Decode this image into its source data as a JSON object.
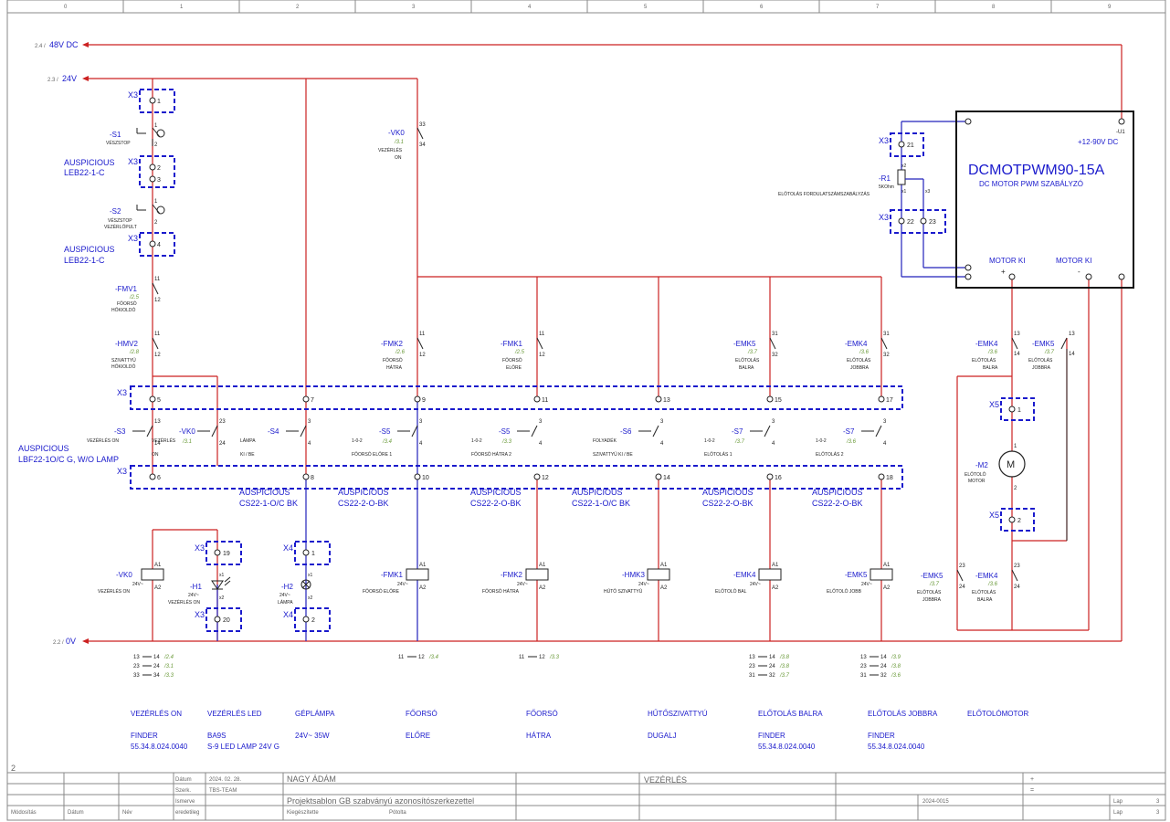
{
  "frame": {
    "columns": [
      "0",
      "1",
      "2",
      "3",
      "4",
      "5",
      "6",
      "7",
      "8",
      "9"
    ],
    "row_label": "2"
  },
  "rails": {
    "dc48": {
      "ref": "2.4 /",
      "label": "48V DC"
    },
    "v24": {
      "ref": "2.3 /",
      "label": "24V"
    },
    "v0": {
      "ref": "2.2 /",
      "label": "0V"
    }
  },
  "left_chain": {
    "x3_top": "X3",
    "t1": "1",
    "s1": {
      "id": "-S1",
      "desc": "VÉSZSTOP",
      "n1": "1",
      "n2": "2"
    },
    "aus1": {
      "l1": "AUSPICIOUS",
      "l2": "LEB22-1-C"
    },
    "x3_b": "X3",
    "t2": "2",
    "t3": "3",
    "s2": {
      "id": "-S2",
      "desc1": "VÉSZSTOP",
      "desc2": "VEZÉRLŐPULT",
      "n1": "1",
      "n2": "2"
    },
    "x3_c": "X3",
    "t4": "4",
    "aus2": {
      "l1": "AUSPICIOUS",
      "l2": "LEB22-1-C"
    },
    "fmv1": {
      "id": "-FMV1",
      "ref": "/2.5",
      "d1": "FŐORSÓ",
      "d2": "HŐKIOLDÓ",
      "n1": "11",
      "n2": "12"
    },
    "hmv2": {
      "id": "-HMV2",
      "ref": "/2.8",
      "d1": "SZIVATTYÚ",
      "d2": "HŐKIOLDÓ",
      "n1": "11",
      "n2": "12"
    }
  },
  "vk0_top": {
    "id": "-VK0",
    "ref": "/3.1",
    "d1": "VEZÉRLÉS",
    "d2": "ON",
    "n1": "33",
    "n2": "34"
  },
  "top_contacts": [
    {
      "id": "-FMK2",
      "ref": "/2.6",
      "d1": "FŐORSÓ",
      "d2": "HÁTRA",
      "n1": "11",
      "n2": "12"
    },
    {
      "id": "-FMK1",
      "ref": "/2.5",
      "d1": "FŐORSÓ",
      "d2": "ELŐRE",
      "n1": "11",
      "n2": "12"
    },
    {
      "id": "-EMK5",
      "ref": "/3.7",
      "d1": "ELŐTOLÁS",
      "d2": "BALRA",
      "n1": "31",
      "n2": "32"
    },
    {
      "id": "-EMK4",
      "ref": "/3.6",
      "d1": "ELŐTOLÁS",
      "d2": "JOBBRA",
      "n1": "31",
      "n2": "32"
    }
  ],
  "x3_row1": {
    "label": "X3",
    "terms": [
      "5",
      "7",
      "9",
      "11",
      "13",
      "15",
      "17"
    ]
  },
  "x3_row2": {
    "label": "X3",
    "terms": [
      "6",
      "8",
      "10",
      "12",
      "14",
      "16",
      "18"
    ]
  },
  "buttons": [
    {
      "id": "-S3",
      "d1": "VEZÉRLÉS ON",
      "d2": "",
      "n1": "13",
      "n2": "14"
    },
    {
      "id": "-VK0",
      "d1": "VEZÉRLÉS",
      "d2": "ON",
      "ref": "/3.1",
      "n1": "23",
      "n2": "24"
    },
    {
      "id": "-S4",
      "d1": "LÁMPA",
      "d2": "KI / BE",
      "n1": "3",
      "n2": "4"
    },
    {
      "id": "-S5",
      "d1": "1-0-2",
      "d2": "FŐORSÓ ELŐRE 1",
      "ref": "/3.4",
      "n1": "3",
      "n2": "4"
    },
    {
      "id": "-S5",
      "d1": "1-0-2",
      "d2": "FŐORSÓ HÁTRA 2",
      "ref": "/3.3",
      "n1": "3",
      "n2": "4"
    },
    {
      "id": "-S6",
      "d1": "FOLYADÉK",
      "d2": "SZIVATTYÚ KI / BE",
      "n1": "3",
      "n2": "4"
    },
    {
      "id": "-S7",
      "d1": "1-0-2",
      "d2": "ELŐTOLÁS 1",
      "ref": "/3.7",
      "n1": "3",
      "n2": "4"
    },
    {
      "id": "-S7",
      "d1": "1-0-2",
      "d2": "ELŐTOLÁS 2",
      "ref": "/3.6",
      "n1": "3",
      "n2": "4"
    }
  ],
  "aus_lbf": {
    "l1": "AUSPICIOUS",
    "l2": "LBF22-1O/C G, W/O LAMP"
  },
  "cs_labels": [
    {
      "l1": "AUSPICIOUS",
      "l2": "CS22-1-O/C BK"
    },
    {
      "l1": "AUSPICIOUS",
      "l2": "CS22-2-O-BK"
    },
    {
      "l1": "AUSPICIOUS",
      "l2": "CS22-2-O-BK"
    },
    {
      "l1": "AUSPICIOUS",
      "l2": "CS22-1-O/C BK"
    },
    {
      "l1": "AUSPICIOUS",
      "l2": "CS22-2-O-BK"
    },
    {
      "l1": "AUSPICIOUS",
      "l2": "CS22-2-O-BK"
    }
  ],
  "coils": [
    {
      "id": "-VK0",
      "d1": "24V~",
      "d2": "VEZÉRLÉS ON",
      "a1": "A1",
      "a2": "A2"
    },
    {
      "id": "-FMK1",
      "d1": "24V~",
      "d2": "FŐORSÓ ELŐRE",
      "a1": "A1",
      "a2": "A2"
    },
    {
      "id": "-FMK2",
      "d1": "24V~",
      "d2": "FŐORSÓ HÁTRA",
      "a1": "A1",
      "a2": "A2"
    },
    {
      "id": "-HMK3",
      "d1": "24V~",
      "d2": "HŰTŐ SZIVATTYÚ",
      "a1": "A1",
      "a2": "A2"
    },
    {
      "id": "-EMK4",
      "d1": "24V~",
      "d2": "ELŐTOLÓ BAL",
      "a1": "A1",
      "a2": "A2"
    },
    {
      "id": "-EMK5",
      "d1": "24V~",
      "d2": "ELŐTOLÓ JOBB",
      "a1": "A1",
      "a2": "A2"
    }
  ],
  "lamps": {
    "h1": {
      "id": "-H1",
      "d1": "24V~",
      "d2": "VEZÉRLÉS ON",
      "x1": "x1",
      "x2": "x2"
    },
    "h2": {
      "id": "-H2",
      "d1": "24V~",
      "d2": "LÁMPA",
      "x1": "x1",
      "x2": "x2"
    },
    "x3_19": "X3",
    "t19": "19",
    "x3_20": "X3",
    "t20": "20",
    "x4_a": "X4",
    "t4_1": "1",
    "x4_b": "X4",
    "t4_2": "2"
  },
  "pwm": {
    "title": "DCMOTPWM90-15A",
    "subtitle": "DC MOTOR PWM SZABÁLYZÓ",
    "supply": "+12-90V DC",
    "u1": "-U1",
    "motor_plus": "MOTOR KI",
    "plus": "+",
    "motor_minus": "MOTOR KI",
    "minus": "-"
  },
  "pot": {
    "x3a": "X3",
    "t21": "21",
    "id": "-R1",
    "val": "5KOhm",
    "desc": "ELŐTOLÁS FORDULATSZÁMSZABÁLYZÁS",
    "x1": "x1",
    "x2": "x2",
    "x3": "x3",
    "x3b": "X3",
    "t22": "22",
    "t23": "23"
  },
  "motor_side": {
    "emk4": {
      "id": "-EMK4",
      "ref": "/3.6",
      "d1": "ELŐTOLÁS",
      "d2": "BALRA",
      "n1": "13",
      "n2": "14"
    },
    "emk5": {
      "id": "-EMK5",
      "ref": "/3.7",
      "d1": "ELŐTOLÁS",
      "d2": "JOBBRA",
      "n1": "13",
      "n2": "14"
    },
    "x5a": "X5",
    "t1": "1",
    "m2": {
      "id": "-M2",
      "d1": "ELŐTOLÓ",
      "d2": "MOTOR",
      "sym": "M",
      "n1": "1",
      "n2": "2"
    },
    "x5b": "X5",
    "t2": "2",
    "emk5b": {
      "id": "-EMK5",
      "ref": "/3.7",
      "d1": "ELŐTOLÁS",
      "d2": "JOBBRA",
      "n1": "23",
      "n2": "24"
    },
    "emk4b": {
      "id": "-EMK4",
      "ref": "/3.6",
      "d1": "ELŐTOLÁS",
      "d2": "BALRA",
      "n1": "23",
      "n2": "24"
    }
  },
  "xref": [
    {
      "rows": [
        [
          "13",
          "14",
          "/2.4"
        ],
        [
          "23",
          "24",
          "/3.1"
        ],
        [
          "33",
          "34",
          "/3.3"
        ]
      ]
    },
    {
      "rows": [
        [
          "11",
          "12",
          "/3.4"
        ]
      ]
    },
    {
      "rows": [
        [
          "11",
          "12",
          "/3.3"
        ]
      ]
    },
    {
      "rows": [
        [
          "13",
          "14",
          "/3.8"
        ],
        [
          "23",
          "24",
          "/3.8"
        ],
        [
          "31",
          "32",
          "/3.7"
        ]
      ]
    },
    {
      "rows": [
        [
          "13",
          "14",
          "/3.9"
        ],
        [
          "23",
          "24",
          "/3.8"
        ],
        [
          "31",
          "32",
          "/3.6"
        ]
      ]
    }
  ],
  "footer_labels": [
    {
      "l1": "VEZÉRLÉS ON",
      "l2": "FINDER",
      "l3": "55.34.8.024.0040"
    },
    {
      "l1": "VEZÉRLÉS LED",
      "l2": "BA9S",
      "l3": "S-9 LED LAMP 24V  G"
    },
    {
      "l1": "GÉPLÁMPA",
      "l2": "24V~ 35W",
      "l3": ""
    },
    {
      "l1": "FŐORSÓ",
      "l2": "ELŐRE",
      "l3": ""
    },
    {
      "l1": "FŐORSÓ",
      "l2": "HÁTRA",
      "l3": ""
    },
    {
      "l1": "HŰTŐSZIVATTYÚ",
      "l2": "DUGALJ",
      "l3": ""
    },
    {
      "l1": "ELŐTOLÁS BALRA",
      "l2": "FINDER",
      "l3": "55.34.8.024.0040"
    },
    {
      "l1": "ELŐTOLÁS JOBBRA",
      "l2": "FINDER",
      "l3": "55.34.8.024.0040"
    },
    {
      "l1": "ELŐTOLÓMOTOR",
      "l2": "",
      "l3": ""
    }
  ],
  "title_block": {
    "datum_label": "Dátum",
    "datum": "2024. 02. 28.",
    "szerk_label": "Szerk.",
    "szerk": "TBS-TEAM",
    "ell_label": "Ismerve",
    "eredeti_label": "eredetileg",
    "author": "NAGY ÁDÁM",
    "project": "Projektsablon GB szabványú azonosítószerkezettel",
    "kiegeszites": "Kiegészítette",
    "potolta": "Pótolta",
    "modositas": "Módosítás",
    "datum2": "Dátum",
    "nev": "Név",
    "drawing": "VEZÉRLÉS",
    "plus1": "+",
    "eq1": "=",
    "code": "2024-0015",
    "lap1_label": "Lap",
    "lap1": "3",
    "lap2_label": "Lap",
    "lap2": "3"
  }
}
